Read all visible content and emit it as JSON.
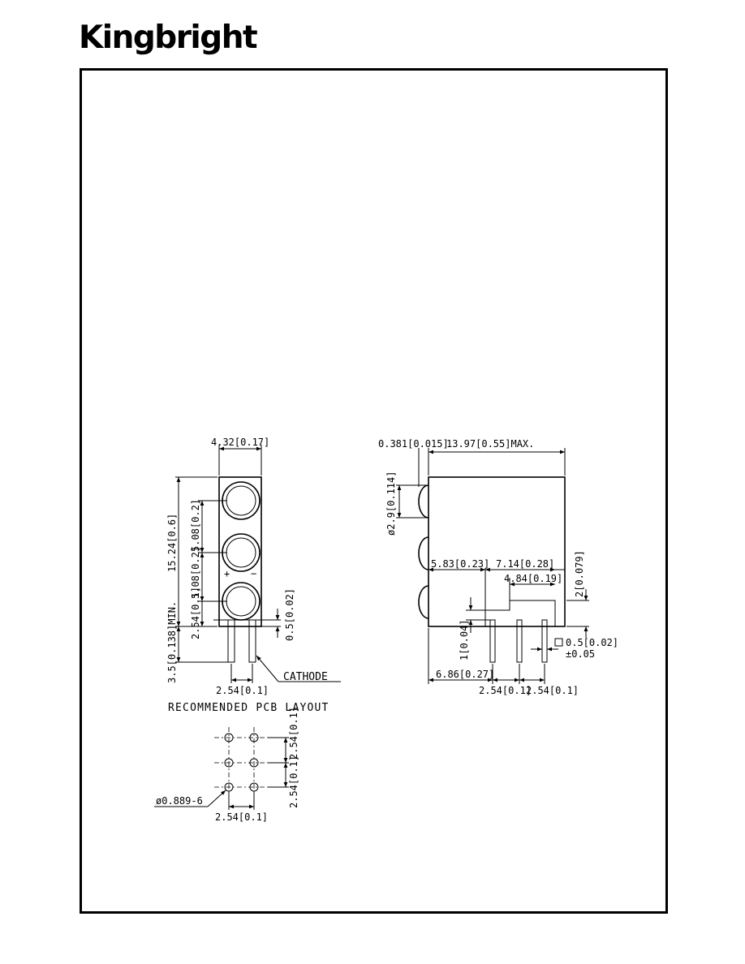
{
  "brand": {
    "logo_text": "Kingbright"
  },
  "front_view": {
    "width_dim": "4.32[0.17]",
    "height_dim": "15.24[0.6]",
    "pitch_dim_1": "5.08[0.2]",
    "pitch_dim_2": "5.08[0.2]",
    "base_offset_dim": "2.54[0.1]",
    "lead_length_dim": "3.5[0.138]MIN.",
    "lead_gap_dim": "0.5[0.02]",
    "lead_pitch_dim": "2.54[0.1]",
    "cathode_label": "CATHODE",
    "plus_sign": "+",
    "minus_sign": "−"
  },
  "side_view": {
    "offset_dim": "0.381[0.015]",
    "length_dim": "13.97[0.55]MAX.",
    "lens_dia_dim": "ø2.9[0.114]",
    "dim_a": "5.83[0.23]",
    "dim_b": "7.14[0.28]",
    "dim_c": "4.84[0.19]",
    "dim_d": "2[0.079]",
    "dim_e": "1[0.04]",
    "lead_square_dim": "0.5[0.02]",
    "lead_tol": "±0.05",
    "dim_f": "6.86[0.27]",
    "pitch_1": "2.54[0.1]",
    "pitch_2": "2.54[0.1]"
  },
  "pcb_layout": {
    "title": "RECOMMENDED PCB LAYOUT",
    "hole_dim": "ø0.889-6",
    "x_pitch_dim": "2.54[0.1]",
    "y_pitch_dim_1": "2.54[0.1]",
    "y_pitch_dim_2": "2.54[0.1]"
  }
}
